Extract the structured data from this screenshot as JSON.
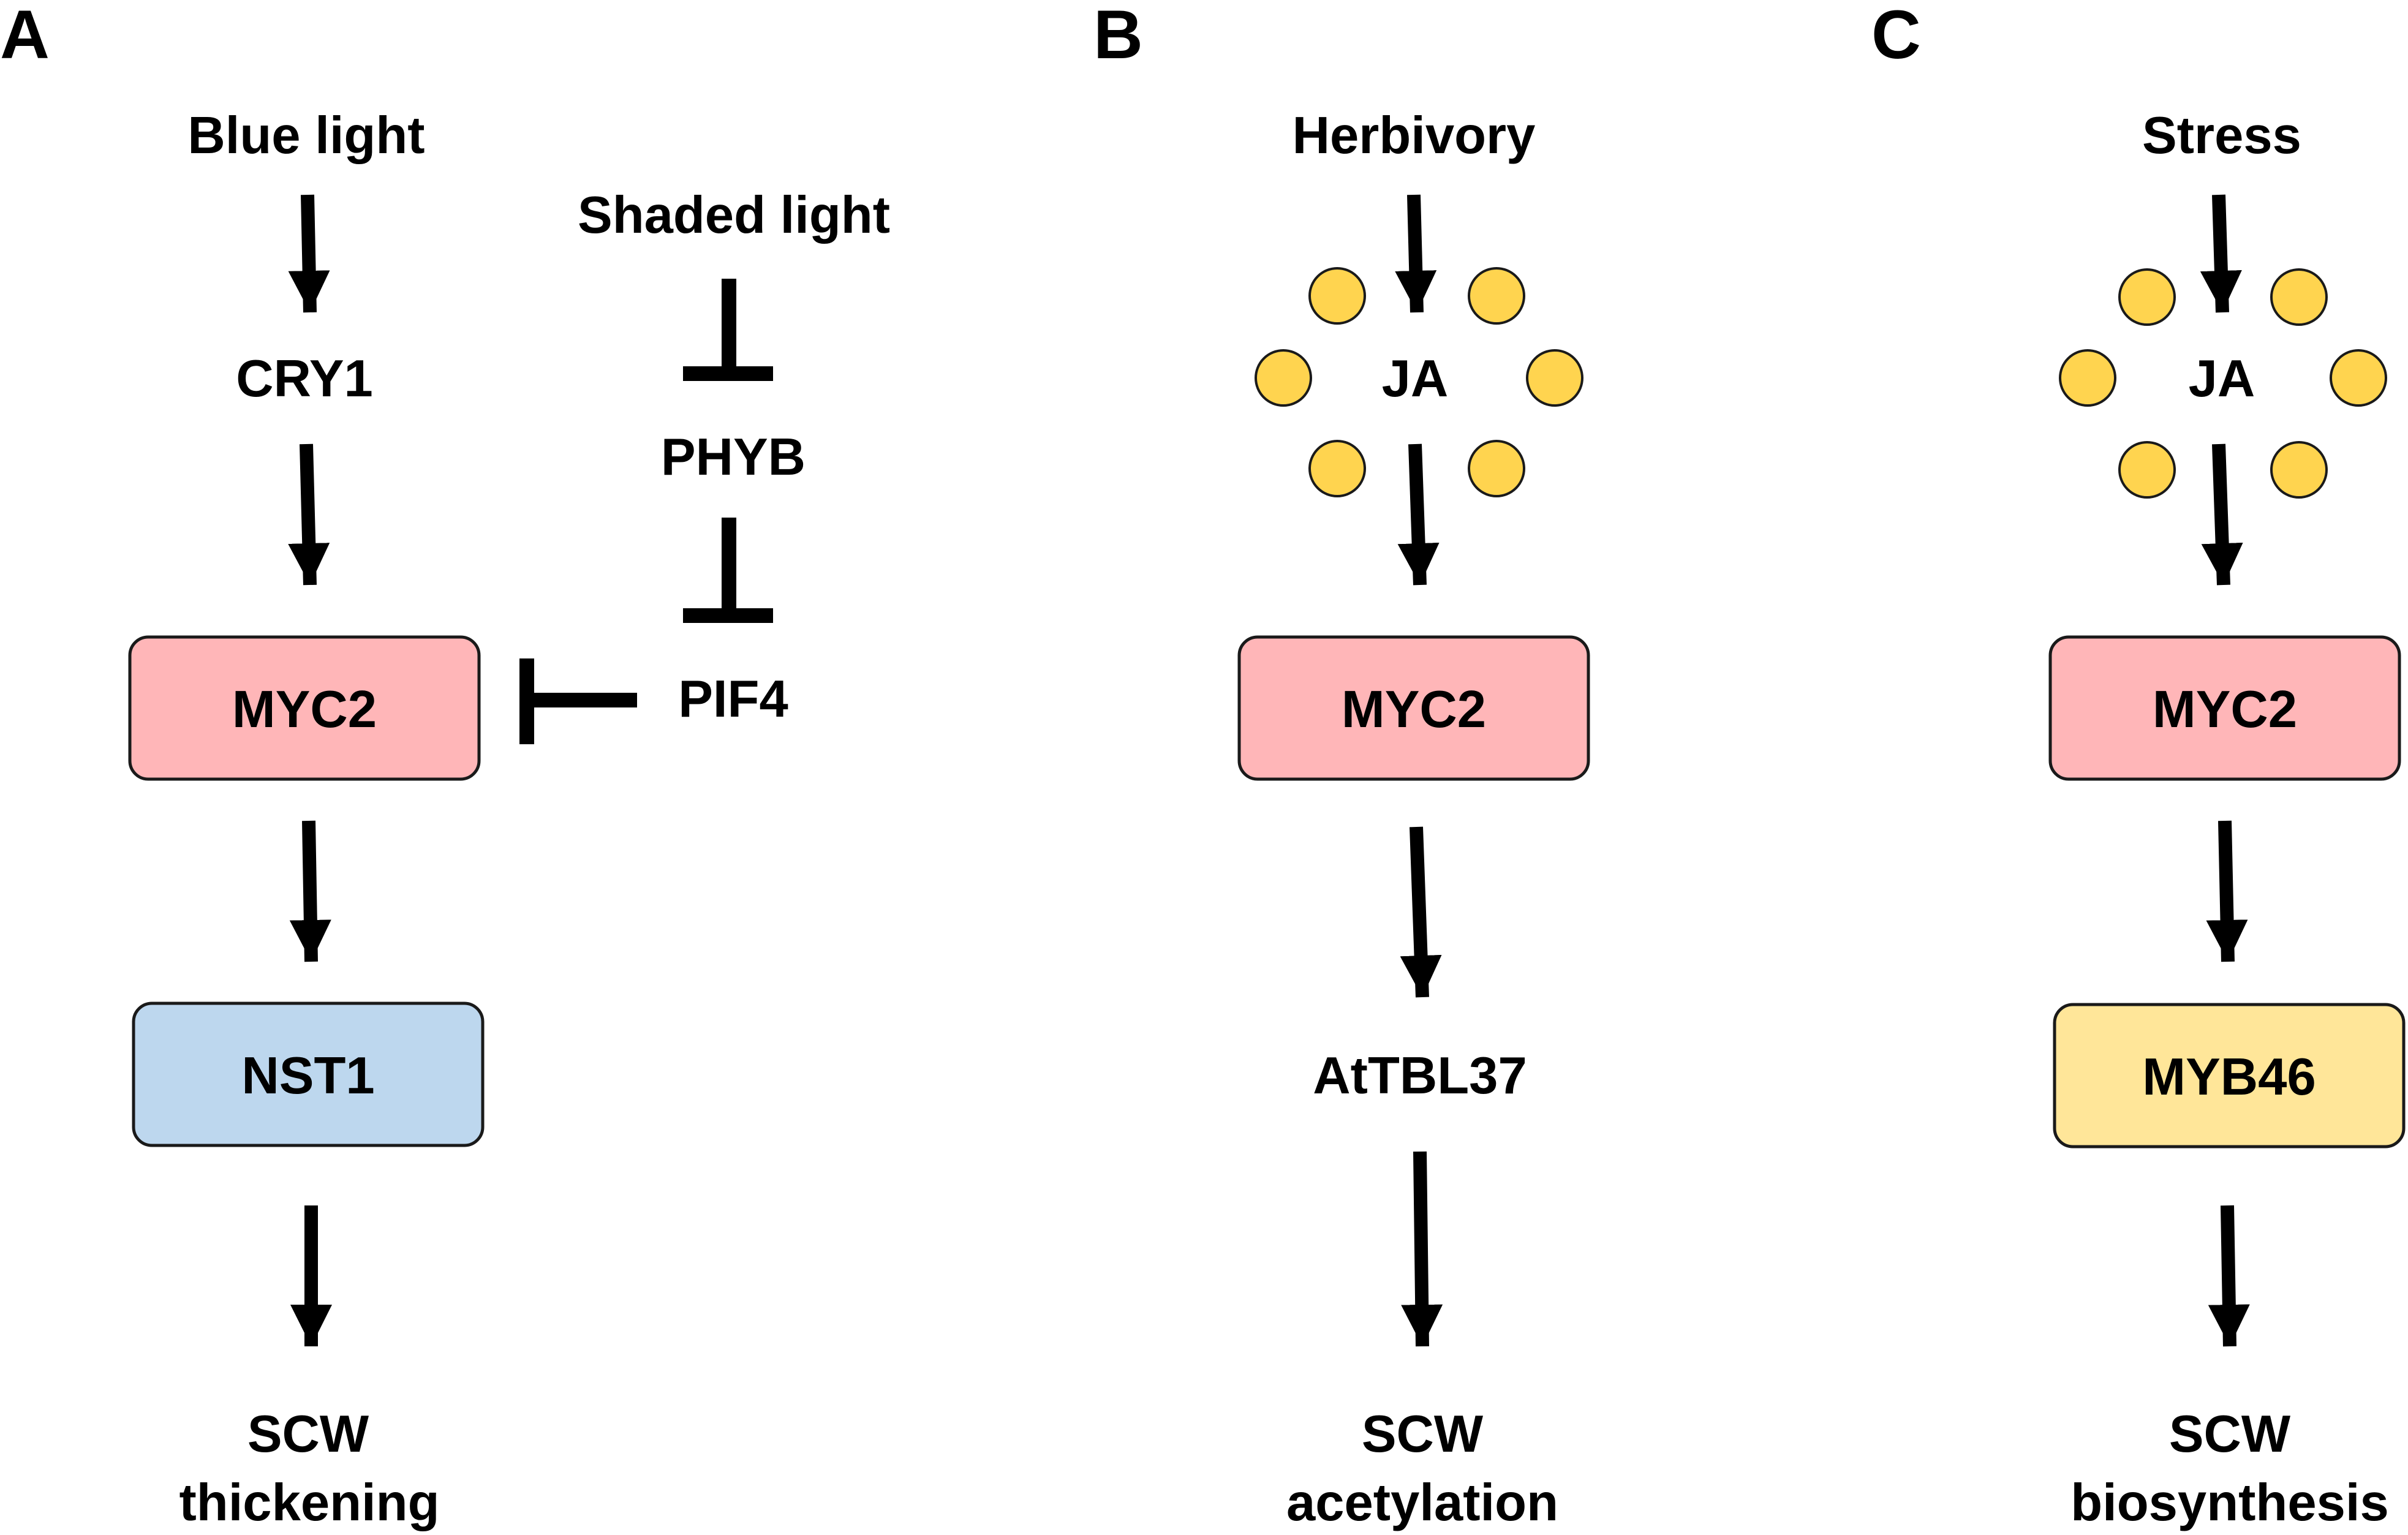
{
  "colors": {
    "myc2_box": "#FFB6B8",
    "nst1_box": "#BDD7EE",
    "myb46_box": "#FFE699",
    "ja_dot": "#FFD44F",
    "box_border": "#1A1A1A",
    "arrow": "#000000"
  },
  "panels": {
    "a": {
      "letter": "A",
      "blue_light": "Blue light",
      "cry1": "CRY1",
      "shaded_light": "Shaded light",
      "phyb": "PHYB",
      "pif4": "PIF4",
      "myc2": "MYC2",
      "nst1": "NST1",
      "outcome_line1": "SCW",
      "outcome_line2": "thickening"
    },
    "b": {
      "letter": "B",
      "trigger": "Herbivory",
      "ja": "JA",
      "myc2": "MYC2",
      "target": "AtTBL37",
      "outcome_line1": "SCW",
      "outcome_line2": "acetylation"
    },
    "c": {
      "letter": "C",
      "trigger": "Stress",
      "ja": "JA",
      "myc2": "MYC2",
      "myb46": "MYB46",
      "outcome_line1": "SCW",
      "outcome_line2": "biosynthesis"
    }
  }
}
